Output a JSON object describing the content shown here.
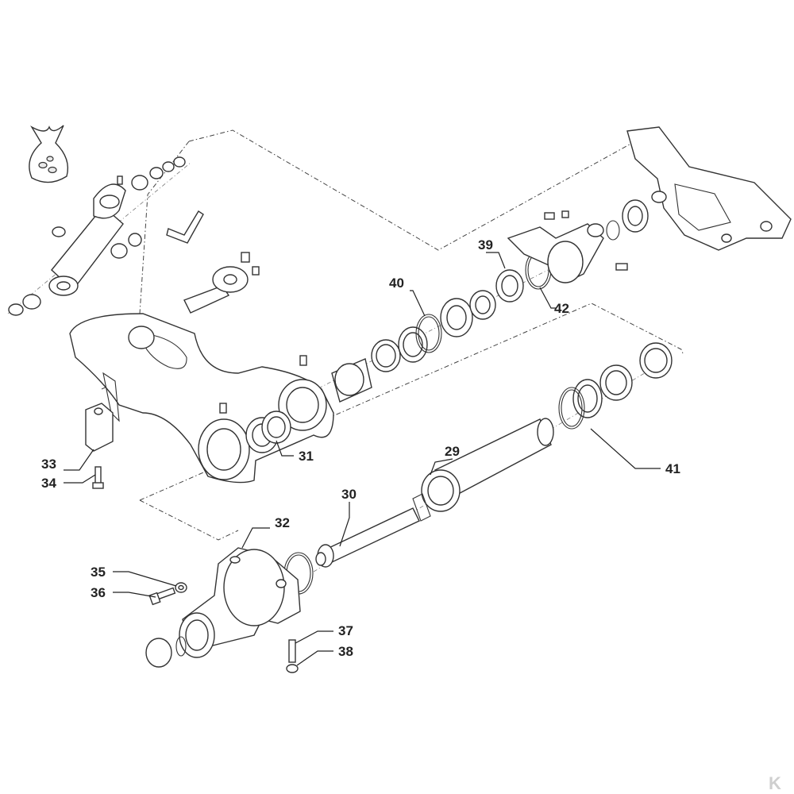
{
  "diagram": {
    "callouts": {
      "c29": "29",
      "c30": "30",
      "c31": "31",
      "c32": "32",
      "c33": "33",
      "c34": "34",
      "c35": "35",
      "c36": "36",
      "c37": "37",
      "c38": "38",
      "c39": "39",
      "c40": "40",
      "c41": "41",
      "c42": "42"
    },
    "watermark": "K",
    "colors": {
      "line": "#333333",
      "background": "#ffffff",
      "fill_light": "#e9e9e9",
      "watermark": "#cfcfcf"
    }
  }
}
